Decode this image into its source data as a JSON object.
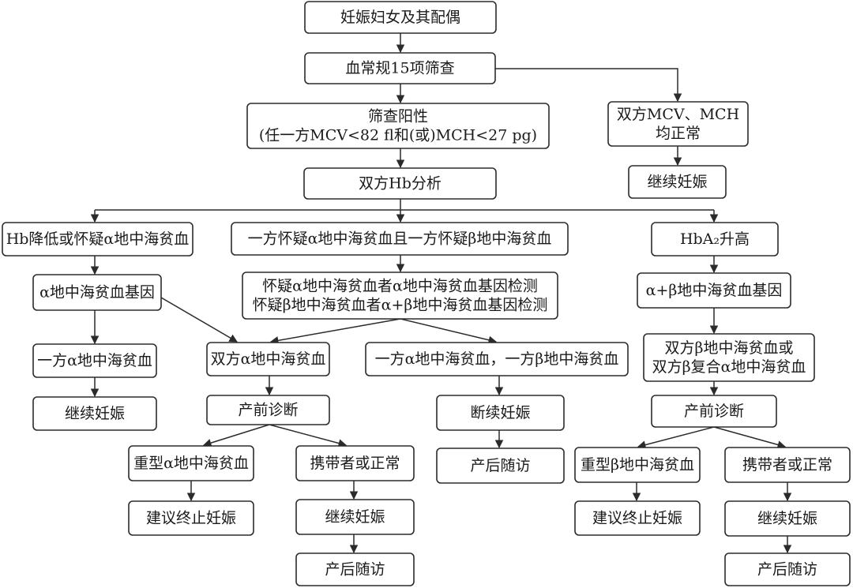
{
  "nodes": {
    "n_couple": {
      "lines": [
        "妊娠妇女及其配偶"
      ]
    },
    "n_screen15": {
      "lines": [
        "血常规15项筛查"
      ]
    },
    "n_positive": {
      "lines": [
        "筛查阳性",
        "(任一方MCV<82 fl和(或)MCH<27 pg)"
      ]
    },
    "n_both_normal": {
      "lines": [
        "双方MCV、MCH",
        "均正常"
      ]
    },
    "n_continue_top": {
      "lines": [
        "继续妊娠"
      ]
    },
    "n_hb_analysis": {
      "lines": [
        "双方Hb分析"
      ]
    },
    "n_hb_low": {
      "lines": [
        "Hb降低或怀疑α地中海贫血"
      ]
    },
    "n_mixed_suspect": {
      "lines": [
        "一方怀疑α地中海贫血且一方怀疑β地中海贫血"
      ]
    },
    "n_hba2_high": {
      "lines": [
        "HbA₂升高"
      ]
    },
    "n_alpha_gene": {
      "lines": [
        "α地中海贫血基因"
      ]
    },
    "n_gene_tests": {
      "lines": [
        "怀疑α地中海贫血者α地中海贫血基因检测",
        "怀疑β地中海贫血者α+β地中海贫血基因检测"
      ]
    },
    "n_ab_gene": {
      "lines": [
        "α+β地中海贫血基因"
      ]
    },
    "n_one_alpha": {
      "lines": [
        "一方α地中海贫血"
      ]
    },
    "n_both_alpha": {
      "lines": [
        "双方α地中海贫血"
      ]
    },
    "n_one_a_one_b": {
      "lines": [
        "一方α地中海贫血，一方β地中海贫血"
      ]
    },
    "n_both_beta": {
      "lines": [
        "双方β地中海贫血或",
        "双方β复合α地中海贫血"
      ]
    },
    "n_continue_left": {
      "lines": [
        "继续妊娠"
      ]
    },
    "n_prenatal_mid": {
      "lines": [
        "产前诊断"
      ]
    },
    "n_discontinue": {
      "lines": [
        "断续妊娠"
      ]
    },
    "n_prenatal_right": {
      "lines": [
        "产前诊断"
      ]
    },
    "n_severe_alpha": {
      "lines": [
        "重型α地中海贫血"
      ]
    },
    "n_carrier_mid": {
      "lines": [
        "携带者或正常"
      ]
    },
    "n_followup_mid_right": {
      "lines": [
        "产后随访"
      ]
    },
    "n_severe_beta": {
      "lines": [
        "重型β地中海贫血"
      ]
    },
    "n_carrier_right": {
      "lines": [
        "携带者或正常"
      ]
    },
    "n_terminate_mid": {
      "lines": [
        "建议终止妊娠"
      ]
    },
    "n_continue_mid": {
      "lines": [
        "继续妊娠"
      ]
    },
    "n_terminate_right": {
      "lines": [
        "建议终止妊娠"
      ]
    },
    "n_continue_right": {
      "lines": [
        "继续妊娠"
      ]
    },
    "n_followup_mid": {
      "lines": [
        "产后随访"
      ]
    },
    "n_followup_right": {
      "lines": [
        "产后随访"
      ]
    }
  }
}
